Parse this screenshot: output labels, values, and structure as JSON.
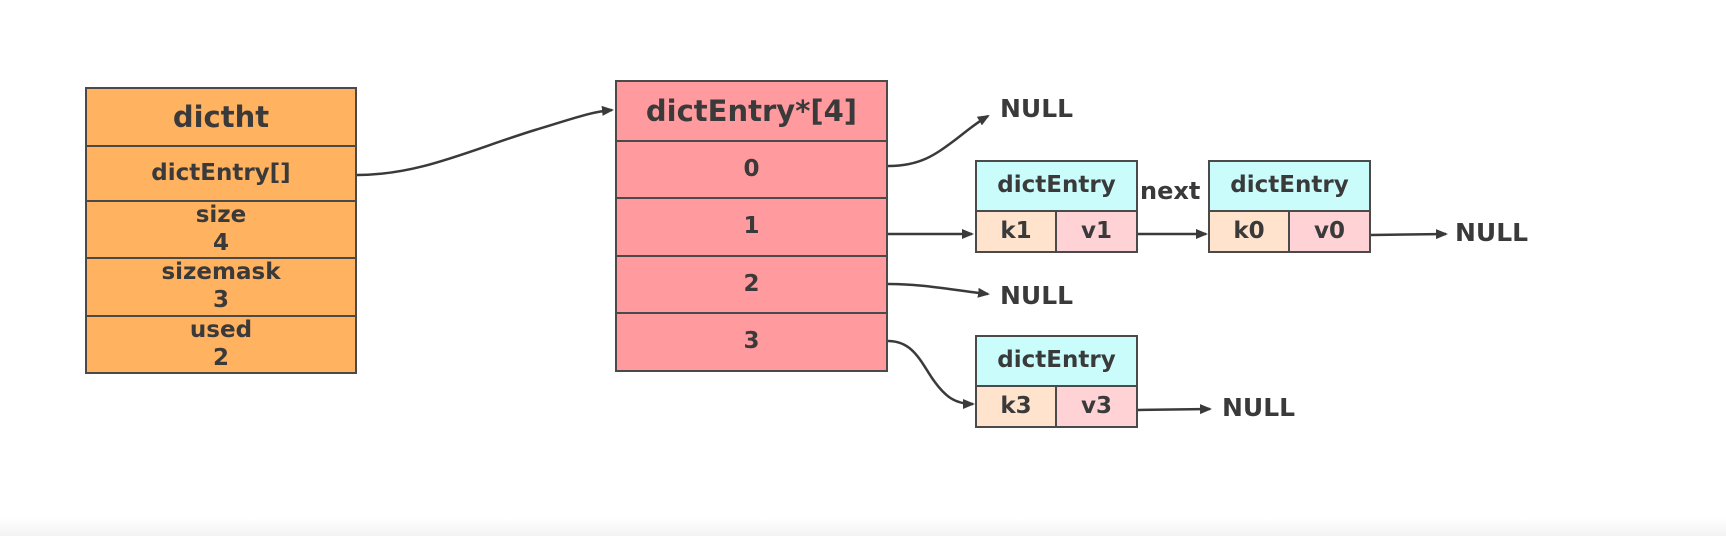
{
  "dictht": {
    "title": "dictht",
    "fields": [
      "dictEntry[]",
      "size\n4",
      "sizemask\n3",
      "used\n2"
    ]
  },
  "table": {
    "title": "dictEntry*[4]",
    "slots": [
      "0",
      "1",
      "2",
      "3"
    ]
  },
  "entries": {
    "entry_k1": {
      "title": "dictEntry",
      "key": "k1",
      "value": "v1"
    },
    "entry_k0": {
      "title": "dictEntry",
      "key": "k0",
      "value": "v0"
    },
    "entry_k3": {
      "title": "dictEntry",
      "key": "k3",
      "value": "v3"
    }
  },
  "labels": {
    "next": "next",
    "null": "NULL"
  }
}
